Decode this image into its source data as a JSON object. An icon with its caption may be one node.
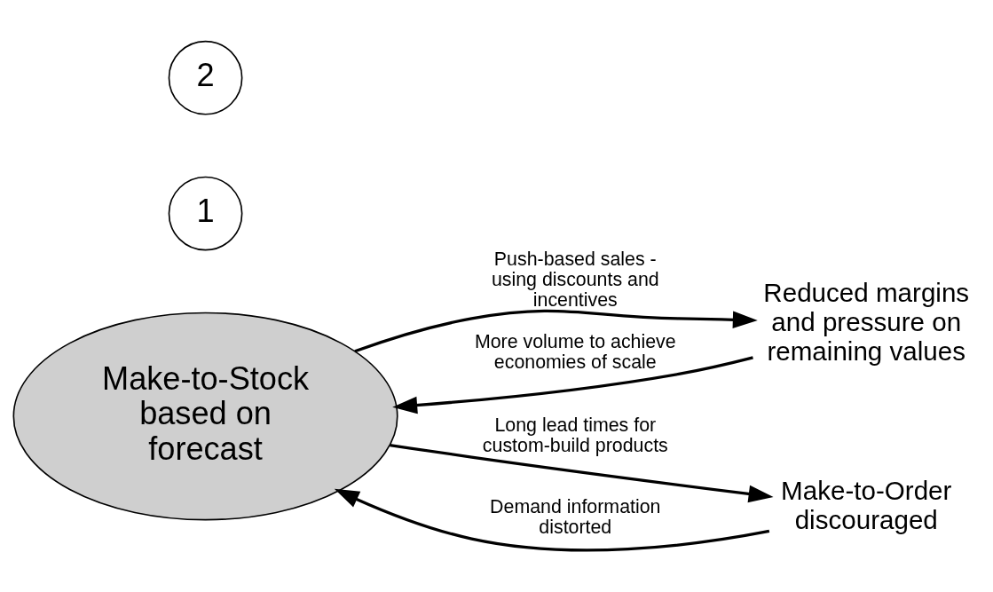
{
  "diagram": {
    "nodes": [
      {
        "text": [
          "Make-to-Stock based on forecast"
        ]
      },
      {
        "text": [
          "Reduced margins and pressure on remaining values"
        ]
      },
      {
        "text": [
          "Make-to-Order discouraged"
        ]
      },
      {
        "text": [
          "1"
        ]
      },
      {
        "text": [
          "2"
        ]
      }
    ],
    "edges": [
      {
        "from": 0,
        "to": 1,
        "arrow": "to",
        "label": "Push-based sales - using discounts and incentives"
      },
      {
        "from": 1,
        "to": 0,
        "arrow": "to",
        "label": "More volume to achieve economies of scale"
      },
      {
        "from": 0,
        "to": 2,
        "arrow": "to",
        "label": "Long lead times for custom-build products"
      },
      {
        "from": 2,
        "to": 0,
        "arrow": "to",
        "label": "Demand information distorted"
      }
    ]
  }
}
